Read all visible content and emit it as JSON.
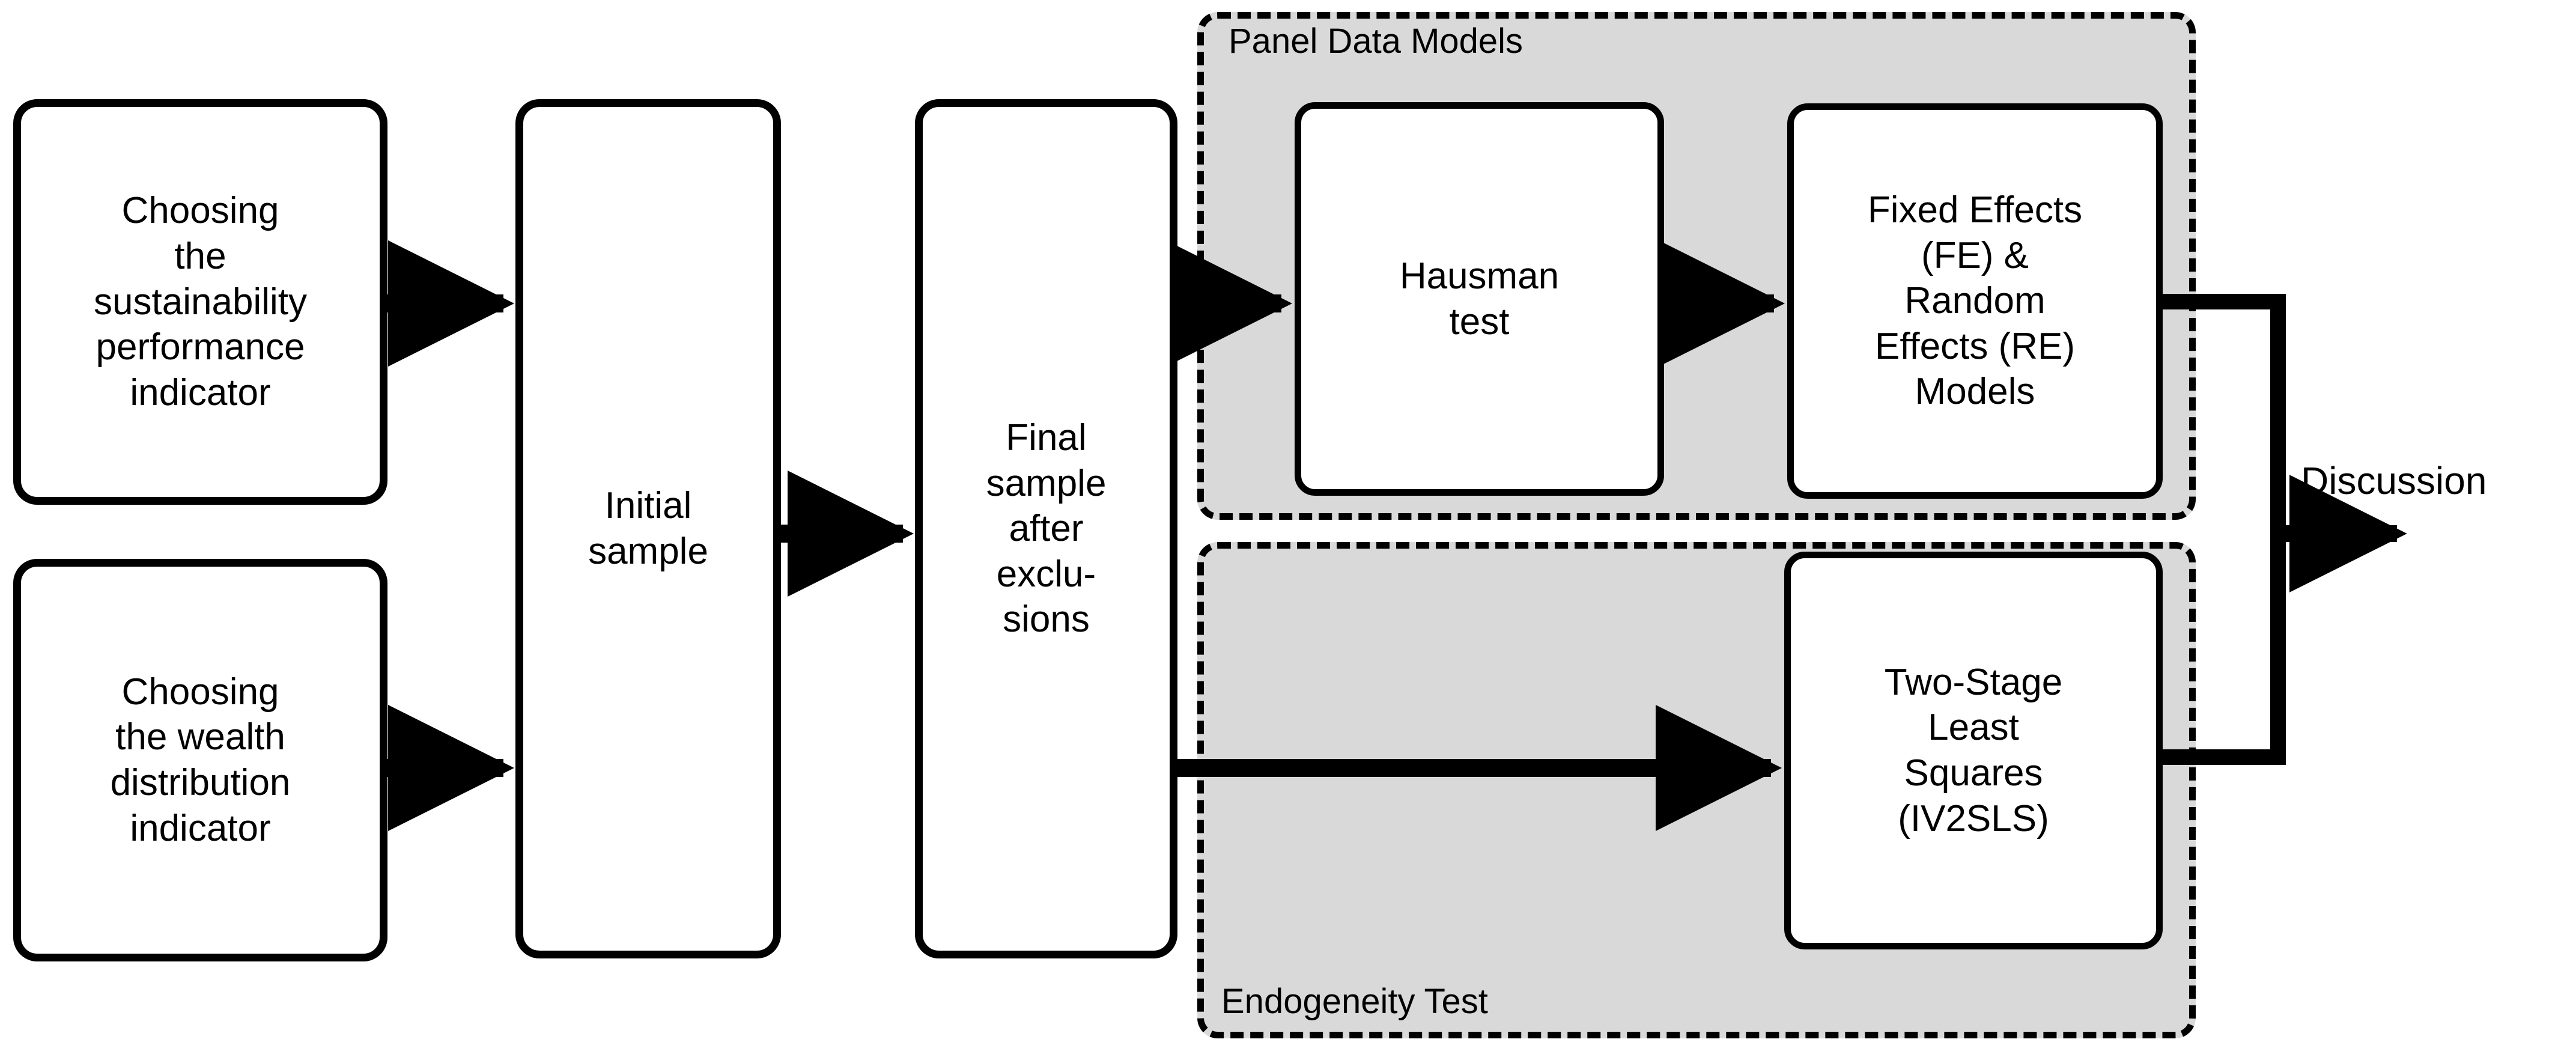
{
  "diagram": {
    "title": "Research methodology flowchart",
    "background_color": "#ffffff",
    "stroke_color": "#000000",
    "group_fill_color": "#d9d9d9"
  },
  "nodes": {
    "sustainability_indicator": "Choosing\nthe\nsustainability\nperformance\nindicator",
    "wealth_indicator": "Choosing\nthe wealth\ndistribution\nindicator",
    "initial_sample": "Initial\nsample",
    "final_sample": "Final\nsample\nafter\nexclu-\nsions",
    "hausman_test": "Hausman\ntest",
    "fe_re_models": "Fixed Effects\n(FE) &\nRandom\nEffects (RE)\nModels",
    "iv2sls": "Two-Stage\nLeast\nSquares\n(IV2SLS)"
  },
  "groups": {
    "panel_data_models": "Panel Data Models",
    "endogeneity_test": "Endogeneity Test"
  },
  "terminal": {
    "discussion": "Discussion"
  }
}
